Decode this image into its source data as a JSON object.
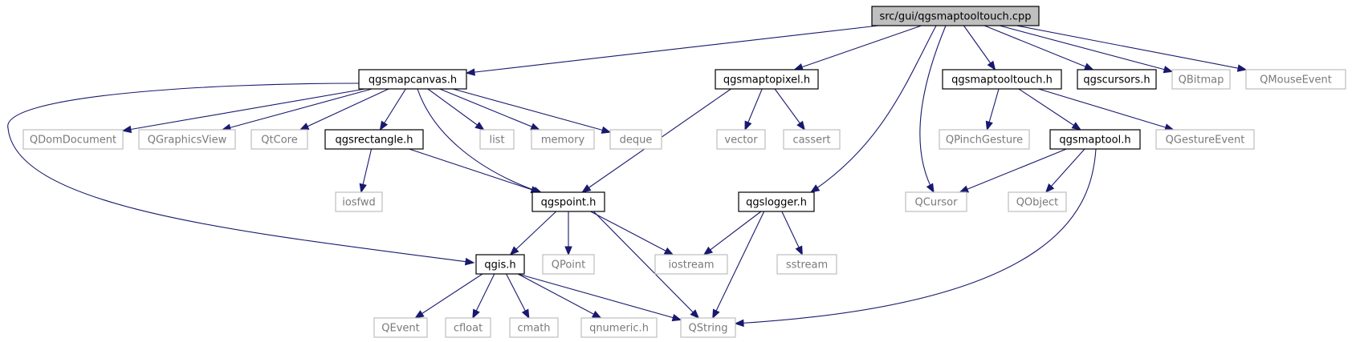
{
  "diagram": {
    "colors": {
      "edge": "#191970",
      "root_fill": "#bfbfbf",
      "external_border": "#bfbfbf",
      "external_text": "#7a7a7a"
    },
    "nodes": [
      {
        "id": "root",
        "label": "src/gui/qgsmaptooltouch.cpp",
        "kind": "root"
      },
      {
        "id": "qgsmapcanvas",
        "label": "qgsmapcanvas.h",
        "kind": "local"
      },
      {
        "id": "qgsmaptopixel",
        "label": "qgsmaptopixel.h",
        "kind": "local"
      },
      {
        "id": "qgsmaptooltouch_h",
        "label": "qgsmaptooltouch.h",
        "kind": "local"
      },
      {
        "id": "qgscursors",
        "label": "qgscursors.h",
        "kind": "local"
      },
      {
        "id": "qbitmap",
        "label": "QBitmap",
        "kind": "external"
      },
      {
        "id": "qmouseevent",
        "label": "QMouseEvent",
        "kind": "external"
      },
      {
        "id": "qdomdocument",
        "label": "QDomDocument",
        "kind": "external"
      },
      {
        "id": "qgraphicsview",
        "label": "QGraphicsView",
        "kind": "external"
      },
      {
        "id": "qtcore",
        "label": "QtCore",
        "kind": "external"
      },
      {
        "id": "qgsrectangle",
        "label": "qgsrectangle.h",
        "kind": "local"
      },
      {
        "id": "list",
        "label": "list",
        "kind": "external"
      },
      {
        "id": "memory",
        "label": "memory",
        "kind": "external"
      },
      {
        "id": "deque",
        "label": "deque",
        "kind": "external"
      },
      {
        "id": "vector",
        "label": "vector",
        "kind": "external"
      },
      {
        "id": "cassert",
        "label": "cassert",
        "kind": "external"
      },
      {
        "id": "qpinchgesture",
        "label": "QPinchGesture",
        "kind": "external"
      },
      {
        "id": "qgsmaptool",
        "label": "qgsmaptool.h",
        "kind": "local"
      },
      {
        "id": "qgestureevent",
        "label": "QGestureEvent",
        "kind": "external"
      },
      {
        "id": "iosfwd",
        "label": "iosfwd",
        "kind": "external"
      },
      {
        "id": "qgspoint",
        "label": "qgspoint.h",
        "kind": "local"
      },
      {
        "id": "qgslogger",
        "label": "qgslogger.h",
        "kind": "local"
      },
      {
        "id": "qcursor",
        "label": "QCursor",
        "kind": "external"
      },
      {
        "id": "qobject",
        "label": "QObject",
        "kind": "external"
      },
      {
        "id": "qgis",
        "label": "qgis.h",
        "kind": "local"
      },
      {
        "id": "qpoint",
        "label": "QPoint",
        "kind": "external"
      },
      {
        "id": "iostream",
        "label": "iostream",
        "kind": "external"
      },
      {
        "id": "sstream",
        "label": "sstream",
        "kind": "external"
      },
      {
        "id": "qevent",
        "label": "QEvent",
        "kind": "external"
      },
      {
        "id": "cfloat",
        "label": "cfloat",
        "kind": "external"
      },
      {
        "id": "cmath",
        "label": "cmath",
        "kind": "external"
      },
      {
        "id": "qnumeric",
        "label": "qnumeric.h",
        "kind": "external"
      },
      {
        "id": "qstring",
        "label": "QString",
        "kind": "external"
      }
    ],
    "edges": [
      [
        "root",
        "qgsmapcanvas"
      ],
      [
        "root",
        "qgsmaptopixel"
      ],
      [
        "root",
        "qgsmaptooltouch_h"
      ],
      [
        "root",
        "qgscursors"
      ],
      [
        "root",
        "qbitmap"
      ],
      [
        "root",
        "qmouseevent"
      ],
      [
        "root",
        "qgslogger"
      ],
      [
        "root",
        "qcursor"
      ],
      [
        "qgsmapcanvas",
        "qdomdocument"
      ],
      [
        "qgsmapcanvas",
        "qgraphicsview"
      ],
      [
        "qgsmapcanvas",
        "qtcore"
      ],
      [
        "qgsmapcanvas",
        "qgsrectangle"
      ],
      [
        "qgsmapcanvas",
        "list"
      ],
      [
        "qgsmapcanvas",
        "memory"
      ],
      [
        "qgsmapcanvas",
        "deque"
      ],
      [
        "qgsmapcanvas",
        "qgspoint"
      ],
      [
        "qgsmapcanvas",
        "qgis"
      ],
      [
        "qgsmaptopixel",
        "vector"
      ],
      [
        "qgsmaptopixel",
        "cassert"
      ],
      [
        "qgsmaptopixel",
        "qgspoint"
      ],
      [
        "qgsmaptooltouch_h",
        "qpinchgesture"
      ],
      [
        "qgsmaptooltouch_h",
        "qgsmaptool"
      ],
      [
        "qgsmaptooltouch_h",
        "qgestureevent"
      ],
      [
        "qgsrectangle",
        "iosfwd"
      ],
      [
        "qgsrectangle",
        "qgspoint"
      ],
      [
        "qgsmaptool",
        "qcursor"
      ],
      [
        "qgsmaptool",
        "qobject"
      ],
      [
        "qgsmaptool",
        "qstring"
      ],
      [
        "qgspoint",
        "qgis"
      ],
      [
        "qgspoint",
        "qpoint"
      ],
      [
        "qgspoint",
        "iostream"
      ],
      [
        "qgspoint",
        "qstring"
      ],
      [
        "qgslogger",
        "iostream"
      ],
      [
        "qgslogger",
        "sstream"
      ],
      [
        "qgslogger",
        "qstring"
      ],
      [
        "qgis",
        "qevent"
      ],
      [
        "qgis",
        "cfloat"
      ],
      [
        "qgis",
        "cmath"
      ],
      [
        "qgis",
        "qnumeric"
      ],
      [
        "qgis",
        "qstring"
      ]
    ]
  }
}
